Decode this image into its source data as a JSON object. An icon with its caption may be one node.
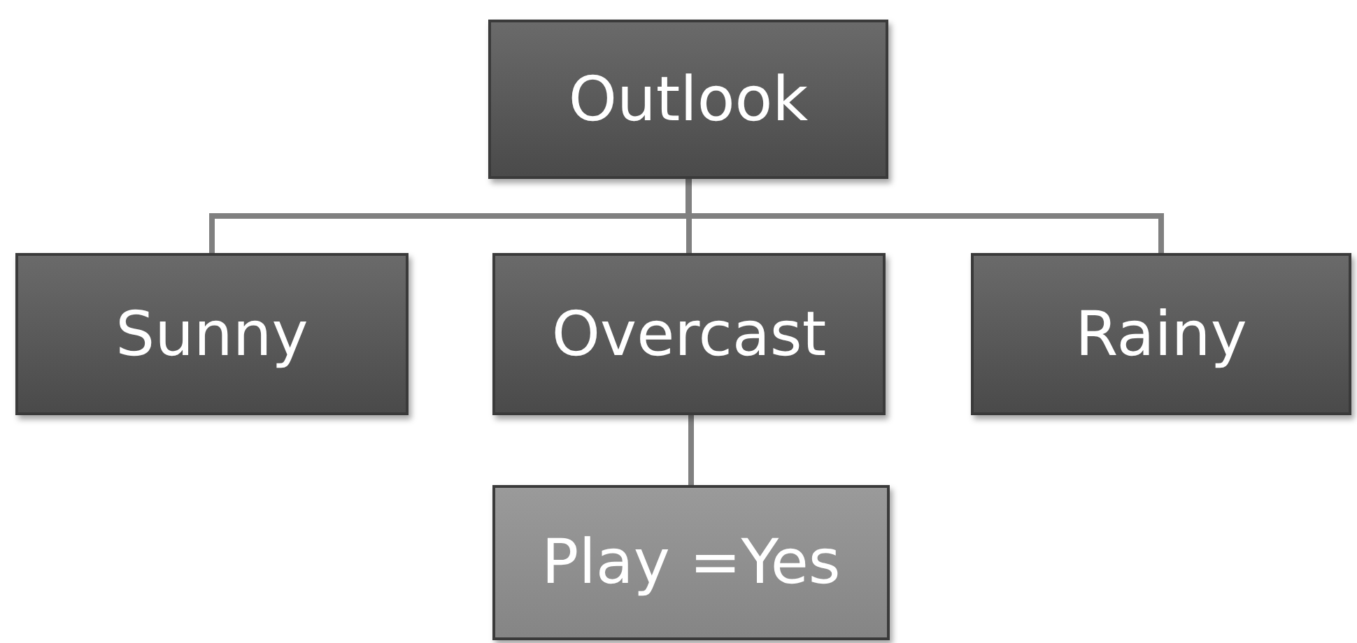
{
  "diagram": {
    "nodes": [
      {
        "text": [
          "Outlook"
        ]
      },
      {
        "text": [
          "Sunny"
        ]
      },
      {
        "text": [
          "Overcast"
        ]
      },
      {
        "text": [
          "Rainy"
        ]
      },
      {
        "text": [
          "Play =Yes"
        ]
      }
    ],
    "edges": [
      {
        "from": 0,
        "to": 1,
        "arrow": "none"
      },
      {
        "from": 0,
        "to": 2,
        "arrow": "none"
      },
      {
        "from": 0,
        "to": 3,
        "arrow": "none"
      },
      {
        "from": 2,
        "to": 4,
        "arrow": "none"
      }
    ]
  }
}
